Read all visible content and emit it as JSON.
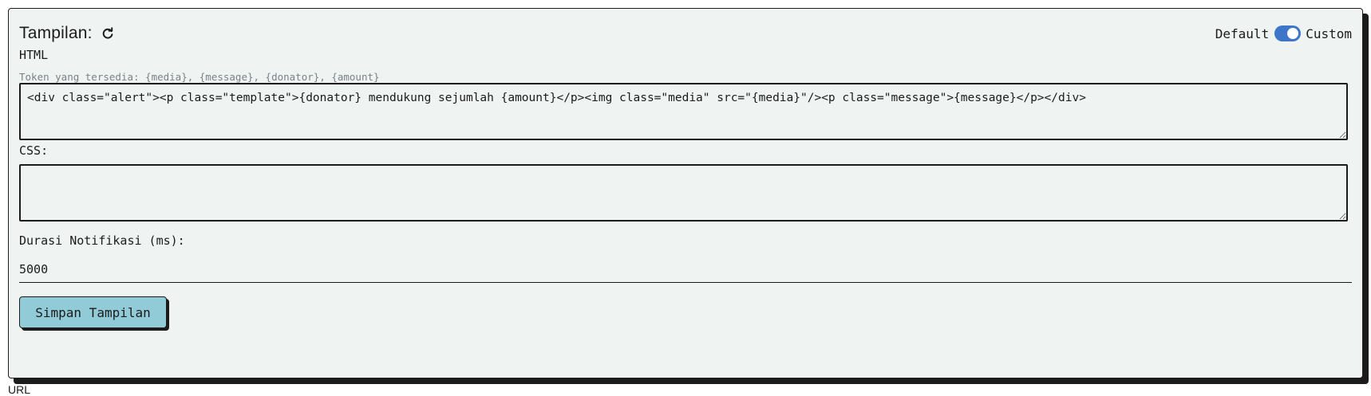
{
  "panel": {
    "title": "Tampilan:",
    "refresh_icon": "refresh-icon",
    "toggle": {
      "left_label": "Default",
      "right_label": "Custom",
      "selected": "Custom",
      "accent": "#3d75c9"
    }
  },
  "html_section": {
    "label": "HTML",
    "tokens_hint": "Token yang tersedia: {media}, {message}, {donator}, {amount}",
    "value": "<div class=\"alert\"><p class=\"template\">{donator} mendukung sejumlah {amount}</p><img class=\"media\" src=\"{media}\"/><p class=\"message\">{message}</p></div>"
  },
  "css_section": {
    "label": "CSS:",
    "value": ""
  },
  "duration": {
    "label": "Durasi Notifikasi (ms):",
    "value": "5000"
  },
  "save_button": {
    "label": "Simpan Tampilan",
    "color": "#92cbd8"
  },
  "footer_cut_text": "URL"
}
